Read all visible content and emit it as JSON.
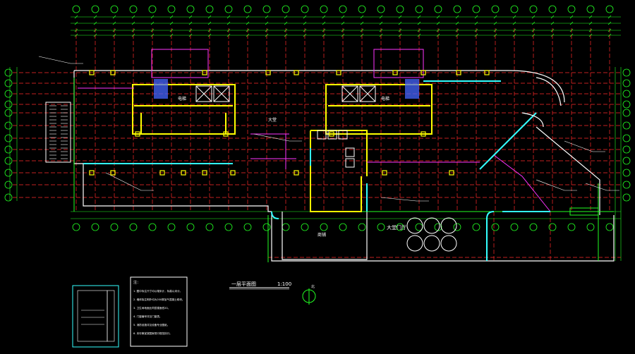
{
  "drawing": {
    "background": "#000000",
    "colors": {
      "grid": "#ff2a2a",
      "dimension": "#22ff22",
      "wall": "#ffffff",
      "structure": "#ffff00",
      "partition": "#ff33ff",
      "glass": "#33ffff",
      "stair_fill": "#4466ff",
      "text": "#ffffff",
      "door": "#00e5ff"
    },
    "sheet_title": "一层平面图",
    "scale": "1:100",
    "north_label": "北",
    "rooms": [
      {
        "id": "lift-left",
        "label": "电梯"
      },
      {
        "id": "lift-right",
        "label": "电梯"
      },
      {
        "id": "hall",
        "label": "大堂"
      },
      {
        "id": "shop",
        "label": "商铺"
      },
      {
        "id": "lobby-right",
        "label": "大堂门厅"
      }
    ],
    "notes_heading": "注：",
    "notes": [
      "1. 图中标注尺寸均以毫米计，标高以米计。",
      "2. 墙体除注明外均为200厚加气混凝土砌块。",
      "3. 卫生间地面比同层楼面低20。",
      "4. 门窗编号详见门窗表。",
      "5. 消防设施详见设备专业图纸。",
      "6. 未尽事宜按国家现行规范执行。"
    ]
  }
}
